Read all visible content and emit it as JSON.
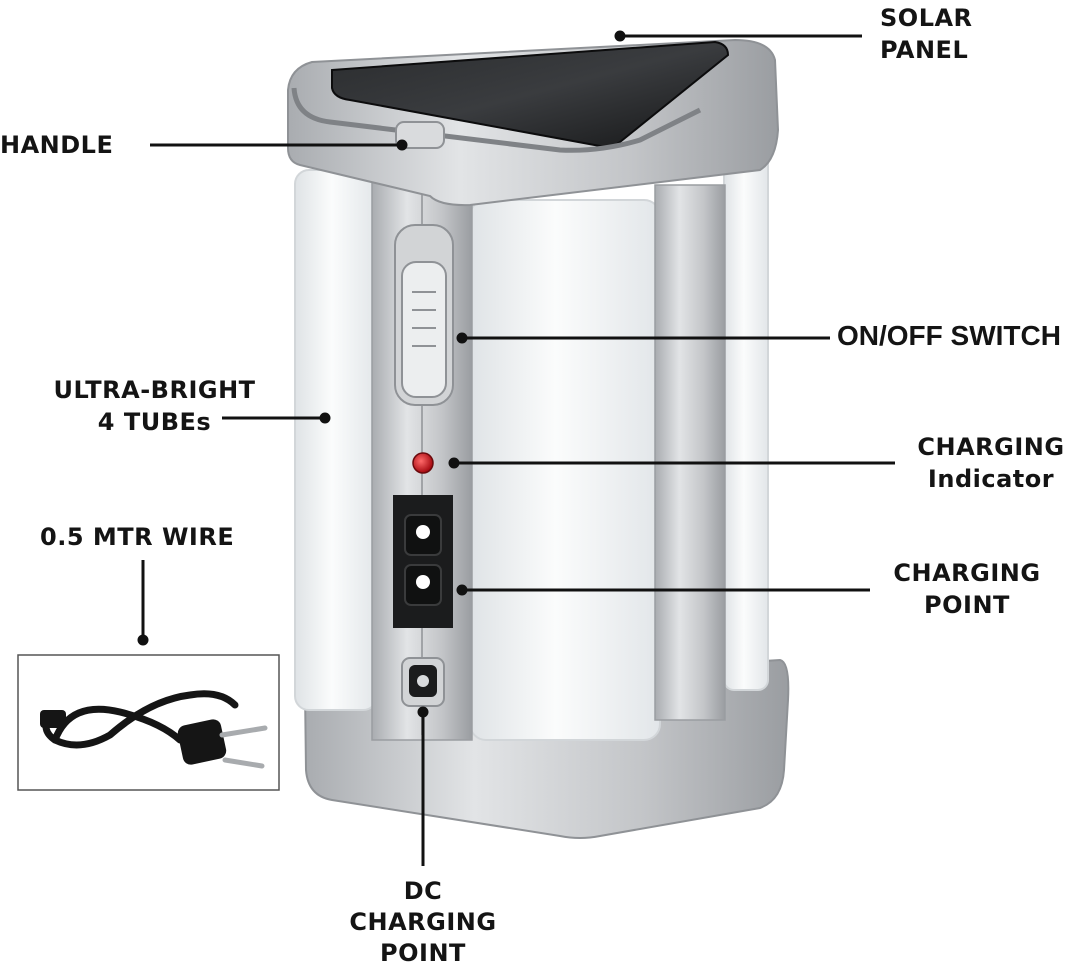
{
  "labels": {
    "solar_panel": [
      "SOLAR",
      "PANEL"
    ],
    "handle": "HANDLE",
    "on_off_switch": "ON/OFF SWITCH",
    "ultra_bright": [
      "ULTRA-BRIGHT",
      "4 TUBEs"
    ],
    "charging_indicator": [
      "CHARGING",
      "Indicator"
    ],
    "charging_point": [
      "CHARGING",
      "POINT"
    ],
    "wire": "0.5 MTR WIRE",
    "dc_charging_point": [
      "DC",
      "CHARGING",
      "POINT"
    ]
  },
  "colors": {
    "text": "#141414",
    "leader": "#111111",
    "silver": "#c4c6c9",
    "silver_dark": "#8f9296",
    "tube": "#f3f5f6",
    "solar": "#1e2022",
    "indicator": "#c0121a"
  }
}
